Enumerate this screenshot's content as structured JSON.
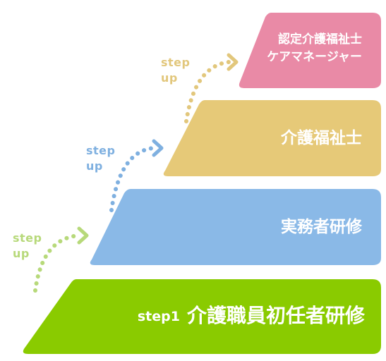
{
  "colors": {
    "tier1": "#8acb00",
    "tier2": "#8ab9e7",
    "tier3": "#e6c978",
    "tier4": "#e98aa6",
    "stepup1": "#b7d97a",
    "stepup2": "#7fb0e0",
    "stepup3": "#e2c77c"
  },
  "tiers": [
    {
      "step_prefix": "step1",
      "label": "介護職員初任者研修"
    },
    {
      "label": "実務者研修"
    },
    {
      "label": "介護福祉士"
    },
    {
      "label_line1": "認定介護福祉士",
      "label_line2": "ケアマネージャー"
    }
  ],
  "stepups": [
    {
      "line1": "step",
      "line2": "up"
    },
    {
      "line1": "step",
      "line2": "up"
    },
    {
      "line1": "step",
      "line2": "up"
    }
  ]
}
